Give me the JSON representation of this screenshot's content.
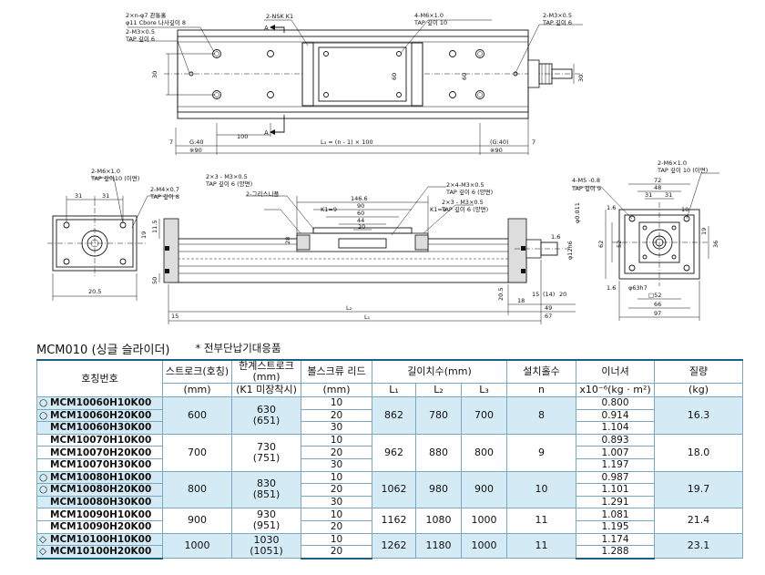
{
  "drawing": {
    "top_view": {
      "callouts": [
        "2×n-φ7 관통홀",
        "φ11 Cbore 나사깊이 8",
        "2-M3×0.5",
        "TAP 깊이 6",
        "2-NSK K1",
        "4-M6×1.0",
        "TAP 깊이 10",
        "2-M3×0.5",
        "TAP 깊이 6"
      ],
      "section_mark": "A",
      "dims": [
        "30",
        "60",
        "60",
        "30",
        "100",
        "G:40",
        "※90",
        "L₃ = (n - 1) × 100",
        "(G:40)",
        "※90",
        "7",
        "7"
      ]
    },
    "front_view": {
      "callouts": [
        "2-M6×1.0",
        "TAP 깊이10 (이면)",
        "2-M4×0.7",
        "TAP 깊이 8",
        "2×3 - M3×0.5",
        "TAP 깊이 6 (양면)",
        "2-그리스니플",
        "2×4-M3×0.5",
        "TAP 깊이 6 (양면)",
        "2×3 - M3×0.5",
        "TAP 깊이 6 (양면)"
      ],
      "dims": [
        "31",
        "31",
        "146.6",
        "90",
        "60",
        "44",
        "20",
        "K1=9",
        "K1=9",
        "11.5",
        "19",
        "28",
        "20.5",
        "50",
        "15",
        "L₂",
        "L₁",
        "20.5",
        "18",
        "15",
        "(14)",
        "20",
        "49",
        "67",
        "1.6",
        "φ12h6",
        "φ0.011"
      ]
    },
    "side_view": {
      "callouts": [
        "4-M5 -0.8",
        "TAP 깊이 9",
        "2-M6×1.0",
        "TAP 깊이 10 (이면)"
      ],
      "dims": [
        "72",
        "48",
        "31",
        "31",
        "62",
        "52",
        "36",
        "1.6",
        "1.6",
        "φ63h7",
        "□52",
        "66",
        "97",
        "10",
        "19"
      ]
    }
  },
  "title": {
    "name": "MCM010 (싱글 슬라이더)",
    "note": "* 전부단납기대응품"
  },
  "table": {
    "headers": {
      "model": "호칭번호",
      "stroke": "스트로크(호칭)",
      "stroke_unit": "(mm)",
      "limit": "한계스트로크(mm)",
      "limit_unit": "(K1 미장착시)",
      "lead": "볼스크류 리드",
      "lead_unit": "(mm)",
      "length": "길이치수(mm)",
      "l1": "L₁",
      "l2": "L₂",
      "l3": "L₃",
      "holes": "설치홀수",
      "holes_unit": "n",
      "inertia": "이너셔",
      "inertia_unit": "x10⁻⁶(kg · m²)",
      "mass": "질량",
      "mass_unit": "(kg)"
    },
    "groups": [
      {
        "stroke": "600",
        "limit": "630",
        "limit2": "(651)",
        "l1": "862",
        "l2": "780",
        "l3": "700",
        "n": "8",
        "mass": "16.3",
        "rows": [
          {
            "mark": "○",
            "model": "MCM10060H10K00",
            "lead": "10",
            "inertia": "0.800"
          },
          {
            "mark": "○",
            "model": "MCM10060H20K00",
            "lead": "20",
            "inertia": "0.914"
          },
          {
            "mark": "",
            "model": "MCM10060H30K00",
            "lead": "30",
            "inertia": "1.104"
          }
        ]
      },
      {
        "stroke": "700",
        "limit": "730",
        "limit2": "(751)",
        "l1": "962",
        "l2": "880",
        "l3": "800",
        "n": "9",
        "mass": "18.0",
        "rows": [
          {
            "mark": "",
            "model": "MCM10070H10K00",
            "lead": "10",
            "inertia": "0.893"
          },
          {
            "mark": "",
            "model": "MCM10070H20K00",
            "lead": "20",
            "inertia": "1.007"
          },
          {
            "mark": "",
            "model": "MCM10070H30K00",
            "lead": "30",
            "inertia": "1.197"
          }
        ]
      },
      {
        "stroke": "800",
        "limit": "830",
        "limit2": "(851)",
        "l1": "1062",
        "l2": "980",
        "l3": "900",
        "n": "10",
        "mass": "19.7",
        "rows": [
          {
            "mark": "○",
            "model": "MCM10080H10K00",
            "lead": "10",
            "inertia": "0.987"
          },
          {
            "mark": "○",
            "model": "MCM10080H20K00",
            "lead": "20",
            "inertia": "1.101"
          },
          {
            "mark": "",
            "model": "MCM10080H30K00",
            "lead": "30",
            "inertia": "1.291"
          }
        ]
      },
      {
        "stroke": "900",
        "limit": "930",
        "limit2": "(951)",
        "l1": "1162",
        "l2": "1080",
        "l3": "1000",
        "n": "11",
        "mass": "21.4",
        "rows": [
          {
            "mark": "",
            "model": "MCM10090H10K00",
            "lead": "10",
            "inertia": "1.081"
          },
          {
            "mark": "",
            "model": "MCM10090H20K00",
            "lead": "20",
            "inertia": "1.195"
          }
        ]
      },
      {
        "stroke": "1000",
        "limit": "1030",
        "limit2": "(1051)",
        "l1": "1262",
        "l2": "1180",
        "l3": "1000",
        "n": "11",
        "mass": "23.1",
        "rows": [
          {
            "mark": "◇",
            "model": "MCM10100H10K00",
            "lead": "10",
            "inertia": "1.174"
          },
          {
            "mark": "◇",
            "model": "MCM10100H20K00",
            "lead": "20",
            "inertia": "1.288"
          }
        ]
      }
    ]
  }
}
